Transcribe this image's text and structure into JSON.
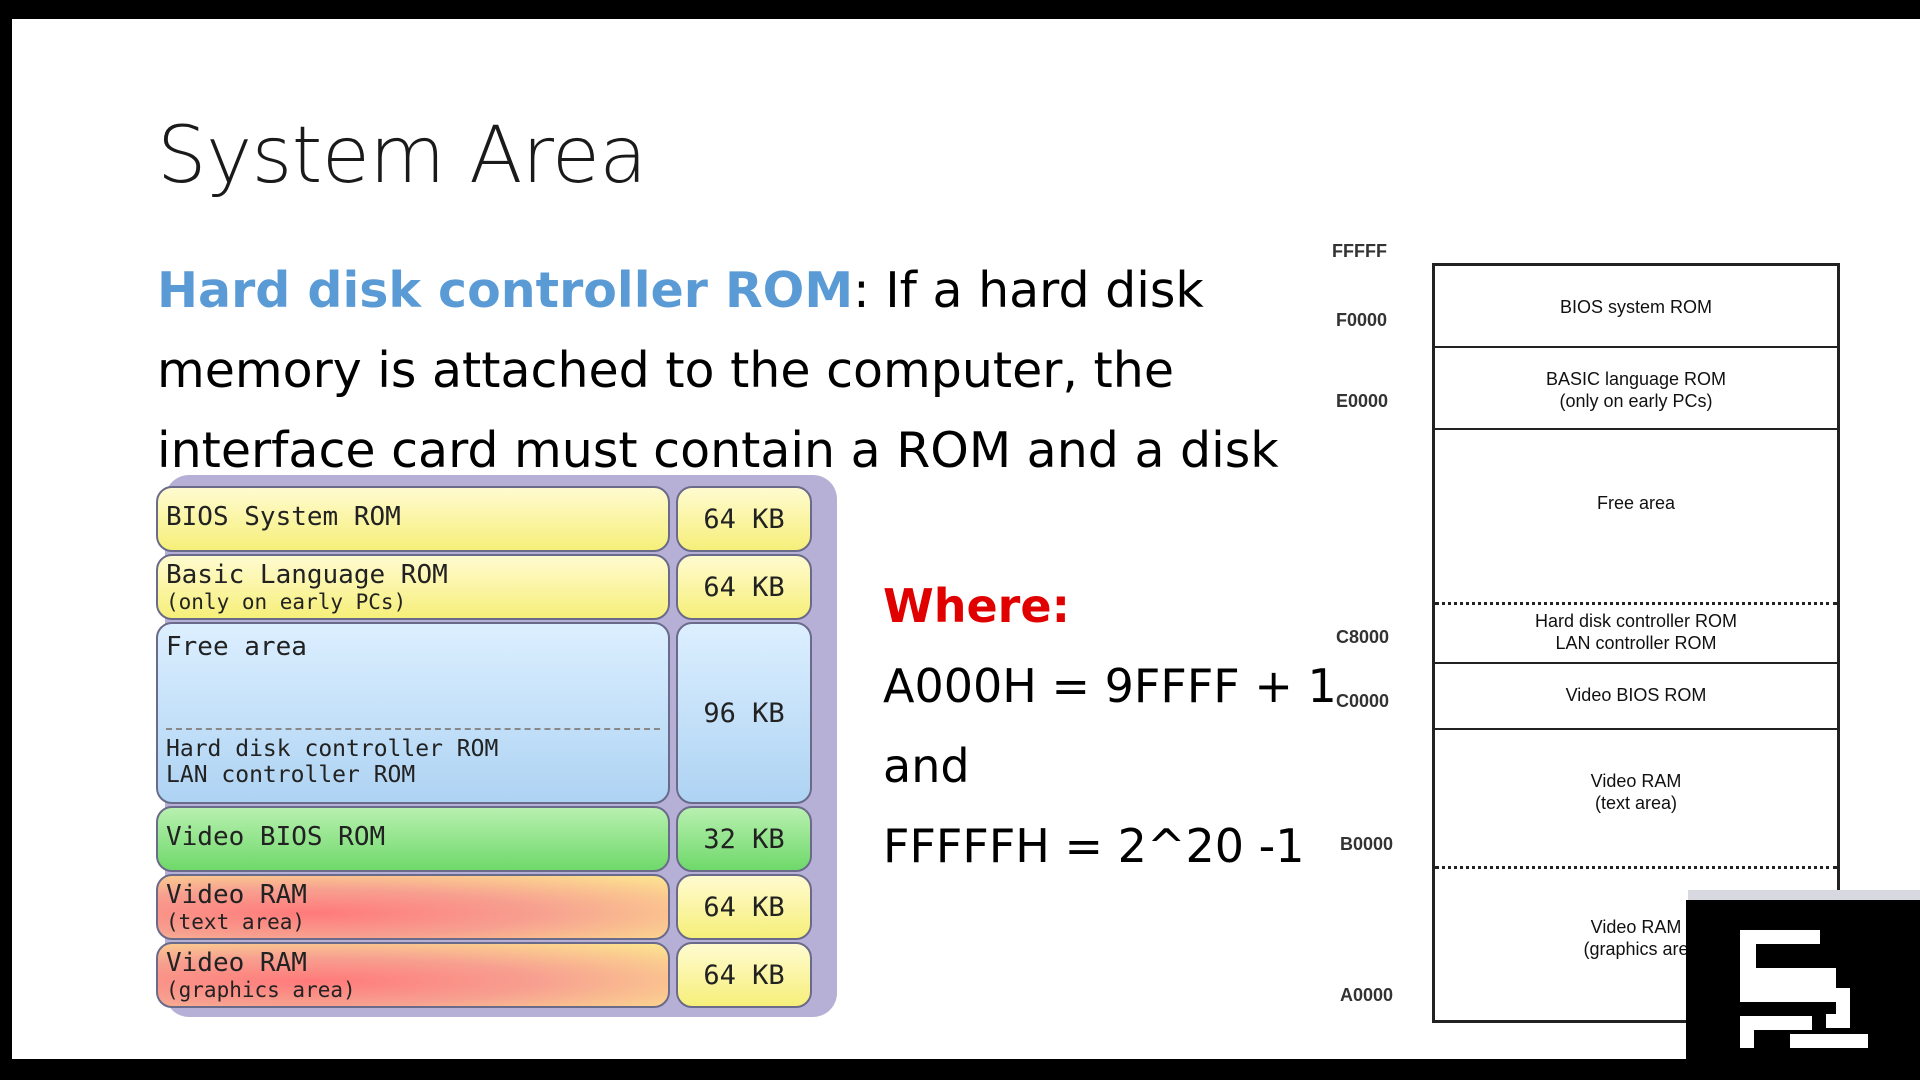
{
  "slide": {
    "title": "System Area",
    "paragraph": {
      "term": "Hard disk controller ROM",
      "rest": ": If a hard disk memory is attached to the computer, the interface card must contain a ROM and a disk BIOS."
    },
    "left_diagram": [
      {
        "label": "BIOS System ROM",
        "sub": "",
        "size": "64 KB"
      },
      {
        "label": "Basic Language ROM",
        "sub": "(only on early PCs)",
        "size": "64 KB"
      },
      {
        "label": "Free area",
        "sub": "",
        "size": "96 KB",
        "extra1": "Hard disk controller ROM",
        "extra2": "LAN controller ROM"
      },
      {
        "label": "Video BIOS ROM",
        "sub": "",
        "size": "32 KB"
      },
      {
        "label": "Video RAM",
        "sub": "(text area)",
        "size": "64 KB"
      },
      {
        "label": "Video RAM",
        "sub": "(graphics area)",
        "size": "64 KB"
      }
    ],
    "where": {
      "heading": "Where:",
      "line1": "A000H = 9FFFF + 1",
      "line2": "and",
      "line3": "FFFFFH = 2^20 -1"
    },
    "right_map": {
      "addresses": [
        "FFFFF",
        "F0000",
        "E0000",
        "C8000",
        "C0000",
        "B0000",
        "A0000"
      ],
      "rows": [
        {
          "line1": "BIOS system ROM",
          "line2": ""
        },
        {
          "line1": "BASIC language ROM",
          "line2": "(only on early PCs)"
        },
        {
          "line1": "Free area",
          "line2": ""
        },
        {
          "line1": "Hard disk controller ROM",
          "line2": "LAN controller ROM"
        },
        {
          "line1": "Video BIOS ROM",
          "line2": ""
        },
        {
          "line1": "Video RAM",
          "line2": "(text area)"
        },
        {
          "line1": "Video RAM",
          "line2": "(graphics are"
        }
      ]
    }
  },
  "icons": {
    "logo": "brand-logo-icon"
  },
  "colors": {
    "term": "#5b9bd5",
    "where": "#e00000"
  }
}
